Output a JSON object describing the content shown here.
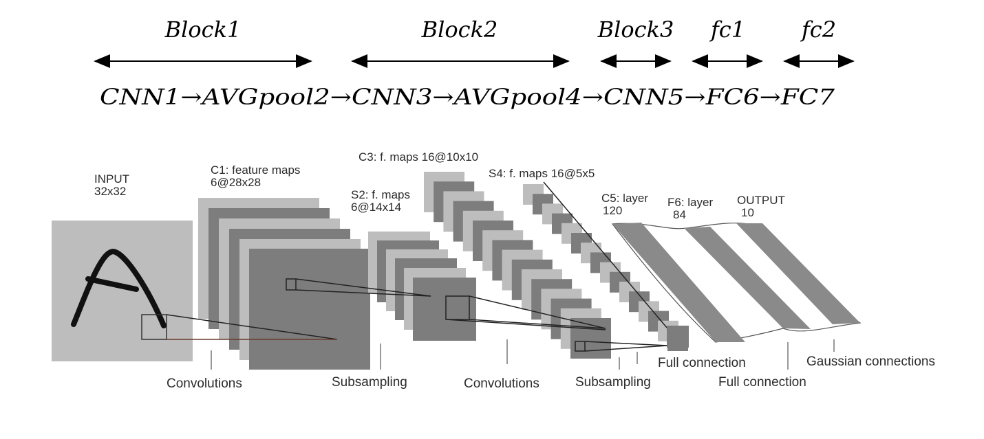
{
  "blocks": [
    {
      "label": "Block1"
    },
    {
      "label": "Block2"
    },
    {
      "label": "Block3"
    },
    {
      "label": "fc1"
    },
    {
      "label": "fc2"
    }
  ],
  "pipeline": [
    "CNN1",
    "AVGpool2",
    "CNN3",
    "AVGpool4",
    "CNN5",
    "FC6",
    "FC7"
  ],
  "arrow_glyph": "→",
  "layers": {
    "input": {
      "title": "INPUT",
      "size": "32x32"
    },
    "c1": {
      "title": "C1: feature maps",
      "size": "6@28x28"
    },
    "s2": {
      "title": "S2: f. maps",
      "size": "6@14x14"
    },
    "c3": {
      "title": "C3: f. maps 16@10x10"
    },
    "s4": {
      "title": "S4: f. maps 16@5x5"
    },
    "c5": {
      "title": "C5: layer",
      "size": "120"
    },
    "f6": {
      "title": "F6: layer",
      "size": "84"
    },
    "output": {
      "title": "OUTPUT",
      "size": "10"
    }
  },
  "operations": [
    {
      "label": "Convolutions"
    },
    {
      "label": "Subsampling"
    },
    {
      "label": "Convolutions"
    },
    {
      "label": "Subsampling"
    },
    {
      "label": "Full connection"
    },
    {
      "label": "Full connection"
    },
    {
      "label": "Gaussian connections"
    }
  ],
  "colors": {
    "light": "#bdbdbd",
    "dark": "#7d7d7d",
    "mid": "#9a9a9a",
    "ink": "#111111"
  }
}
